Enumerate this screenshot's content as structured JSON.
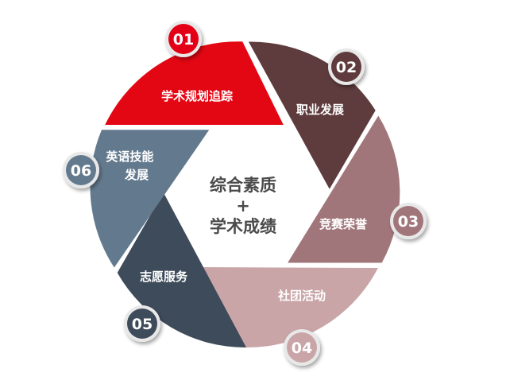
{
  "center": {
    "line1": "综合素质",
    "line2": "+",
    "line3": "学术成绩"
  },
  "segments": [
    {
      "number": "01",
      "label": "学术规划追踪",
      "color": "#e30613"
    },
    {
      "number": "02",
      "label": "职业发展",
      "color": "#5e3b3d"
    },
    {
      "number": "03",
      "label": "竞赛荣誉",
      "color": "#a1767a"
    },
    {
      "number": "04",
      "label": "社团活动",
      "color": "#c9a5a8"
    },
    {
      "number": "05",
      "label": "志愿服务",
      "color": "#3e4b5a"
    },
    {
      "number": "06",
      "label": "英语技能发展",
      "label_lines": [
        "英语技能",
        "发展"
      ],
      "color": "#637a8e"
    }
  ]
}
